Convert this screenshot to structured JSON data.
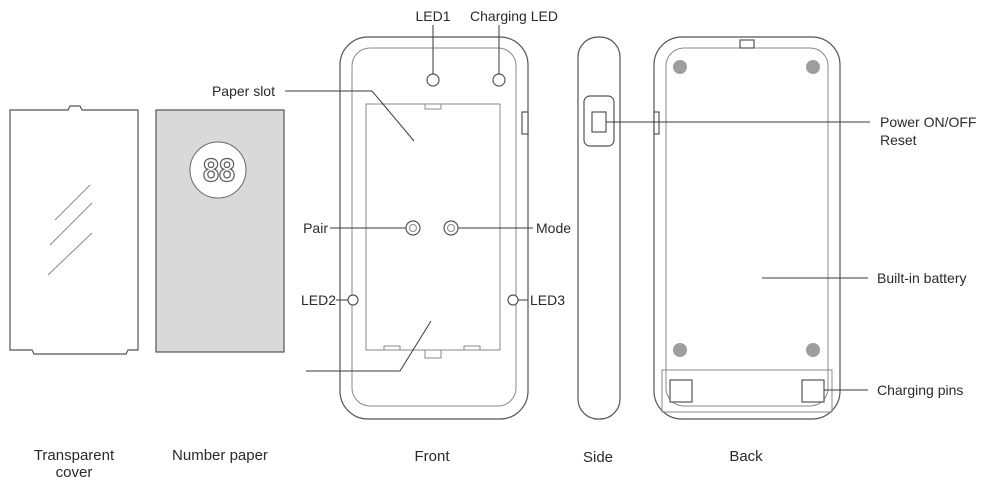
{
  "callouts": {
    "led1": "LED1",
    "charging_led": "Charging LED",
    "paper_slot": "Paper slot",
    "pair": "Pair",
    "mode": "Mode",
    "led2": "LED2",
    "led3": "LED3",
    "power_line1": "Power ON/OFF",
    "power_line2": "Reset",
    "battery": "Built-in battery",
    "charging_pins": "Charging pins"
  },
  "captions": {
    "transparent_cover_line1": "Transparent",
    "transparent_cover_line2": "cover",
    "number_paper": "Number paper",
    "front": "Front",
    "side": "Side",
    "back": "Back"
  },
  "number_paper": {
    "digits": "88",
    "fill_color": "#d9d9d9"
  },
  "colors": {
    "stroke": "#555555",
    "dot": "#9e9e9e"
  }
}
